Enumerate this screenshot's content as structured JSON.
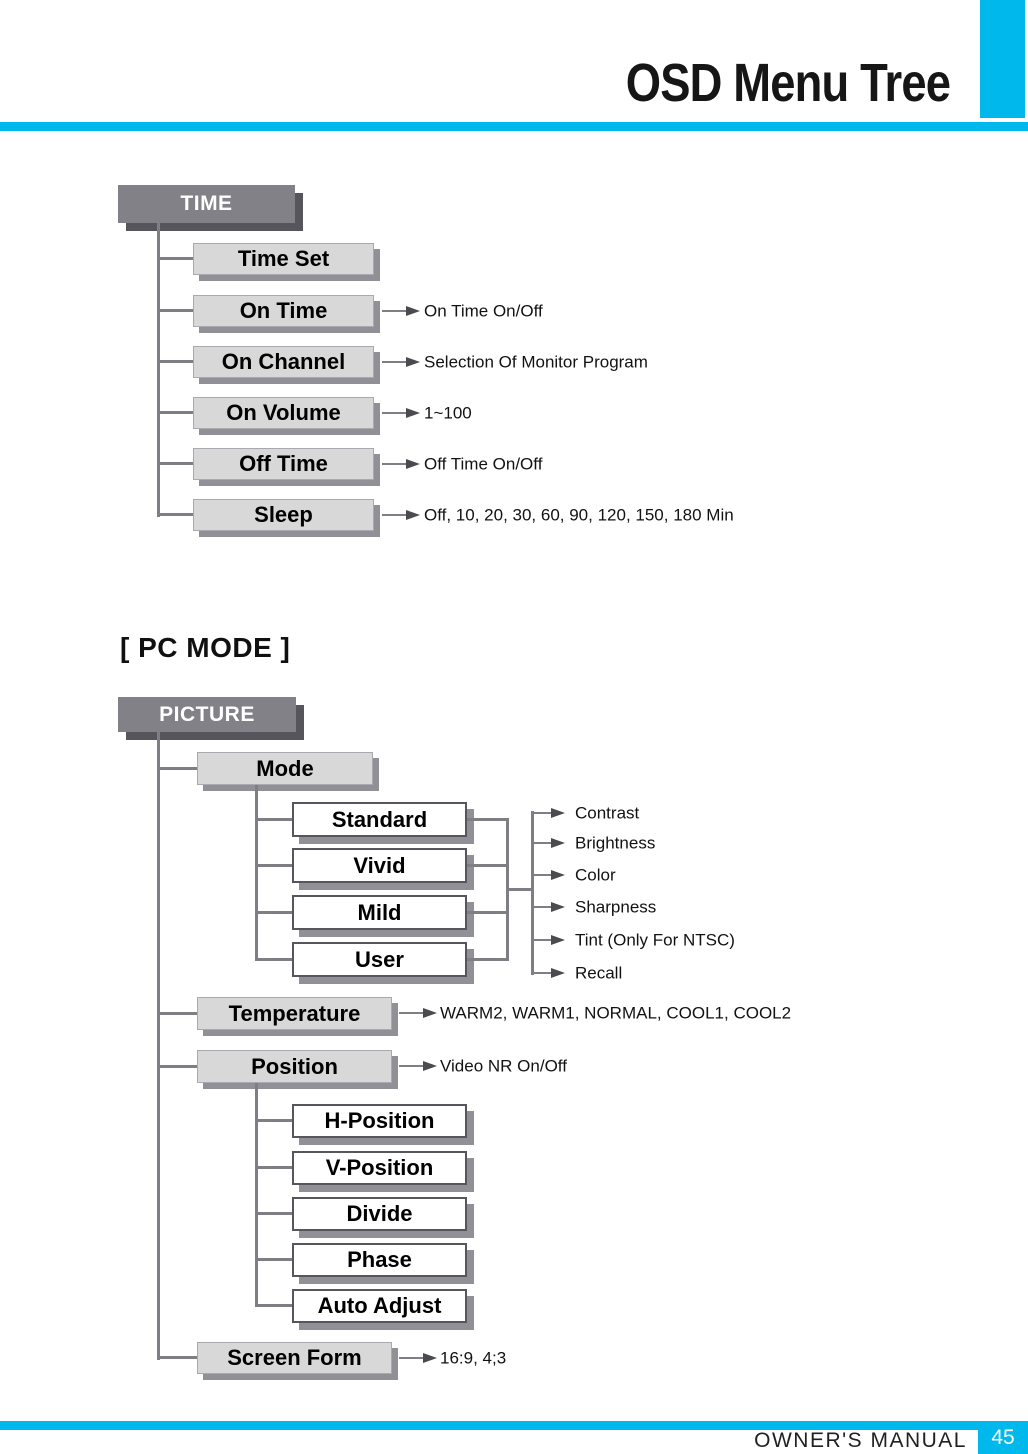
{
  "header": {
    "title": "OSD Menu Tree"
  },
  "section_heading": "[ PC MODE ]",
  "colors": {
    "accent_cyan": "#00b8ec",
    "header_box_gray": "#818187",
    "item_box_gray": "#d8d8d8",
    "box_shadow_gray": "#909096",
    "line_gray": "#7e7e84"
  },
  "time_tree": {
    "root_label": "TIME",
    "items": [
      {
        "label": "Time Set",
        "annotation": ""
      },
      {
        "label": "On Time",
        "annotation": "On Time On/Off"
      },
      {
        "label": "On Channel",
        "annotation": "Selection Of Monitor Program"
      },
      {
        "label": "On Volume",
        "annotation": "1~100"
      },
      {
        "label": "Off Time",
        "annotation": "Off Time On/Off"
      },
      {
        "label": "Sleep",
        "annotation": "Off, 10, 20, 30, 60, 90, 120, 150, 180 Min"
      }
    ]
  },
  "picture_tree": {
    "root_label": "PICTURE",
    "mode": {
      "label": "Mode"
    },
    "mode_children": [
      "Standard",
      "Vivid",
      "Mild",
      "User"
    ],
    "mode_shared_annotations": [
      "Contrast",
      "Brightness",
      "Color",
      "Sharpness",
      "Tint (Only For NTSC)",
      "Recall"
    ],
    "temperature": {
      "label": "Temperature",
      "annotation": "WARM2, WARM1, NORMAL, COOL1, COOL2"
    },
    "position": {
      "label": "Position",
      "annotation": "Video NR On/Off"
    },
    "position_children": [
      "H-Position",
      "V-Position",
      "Divide",
      "Phase",
      "Auto Adjust"
    ],
    "screen_form": {
      "label": "Screen Form",
      "annotation": "16:9, 4;3"
    }
  },
  "footer": {
    "manual_label": "OWNER'S MANUAL",
    "page_number": "45"
  }
}
